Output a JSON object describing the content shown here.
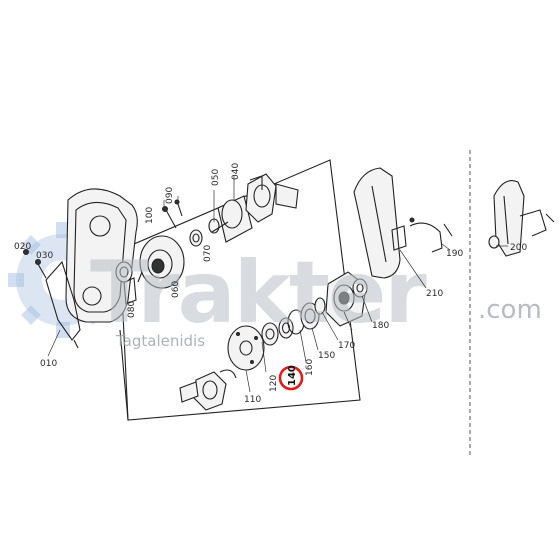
{
  "watermark": {
    "main": "Trakter",
    "com": ".com",
    "sub": "Tagtalenidis",
    "brand_color": "#4a7fc1"
  },
  "highlight": {
    "label": "140",
    "color": "#e21b1b"
  },
  "labels": {
    "p010": "010",
    "p020": "020",
    "p030": "030",
    "p040": "040",
    "p050": "050",
    "p060": "060",
    "p070": "070",
    "p080": "080",
    "p090": "090",
    "p100": "100",
    "p110": "110",
    "p120": "120",
    "p140": "140",
    "p150": "150",
    "p160": "160",
    "p170": "170",
    "p180": "180",
    "p190": "190",
    "p200": "200",
    "p210": "210"
  }
}
